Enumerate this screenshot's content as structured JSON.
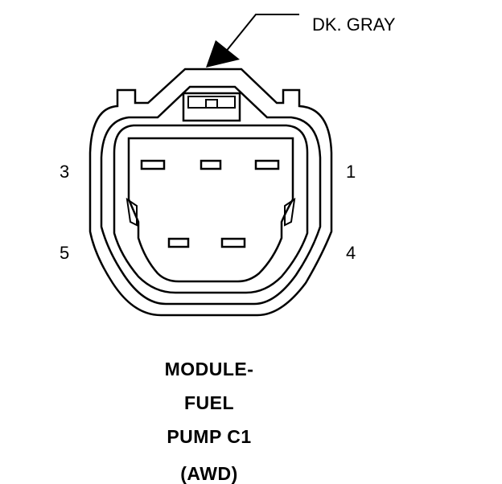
{
  "wire_color_label": "DK. GRAY",
  "pins": [
    {
      "number": "1"
    },
    {
      "number": "3"
    },
    {
      "number": "4"
    },
    {
      "number": "5"
    }
  ],
  "title": {
    "line1": "MODULE-",
    "line2": "FUEL",
    "line3": "PUMP C1",
    "line4": "(AWD)"
  }
}
